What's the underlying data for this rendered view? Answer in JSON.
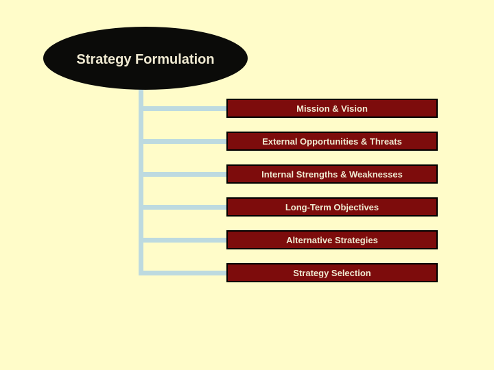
{
  "slide": {
    "title": "Strategy Formulation",
    "boxes": [
      {
        "label": "Mission & Vision"
      },
      {
        "label": "External Opportunities & Threats"
      },
      {
        "label": "Internal Strengths & Weaknesses"
      },
      {
        "label": "Long-Term Objectives"
      },
      {
        "label": "Alternative Strategies"
      },
      {
        "label": "Strategy Selection"
      }
    ],
    "colors": {
      "background": "#FFFCC9",
      "ellipse_fill": "#0B0B09",
      "box_fill": "#7D0C0C",
      "box_border": "#000000",
      "text_light": "#EFE9D1",
      "connector": "#BDDAE0"
    }
  }
}
